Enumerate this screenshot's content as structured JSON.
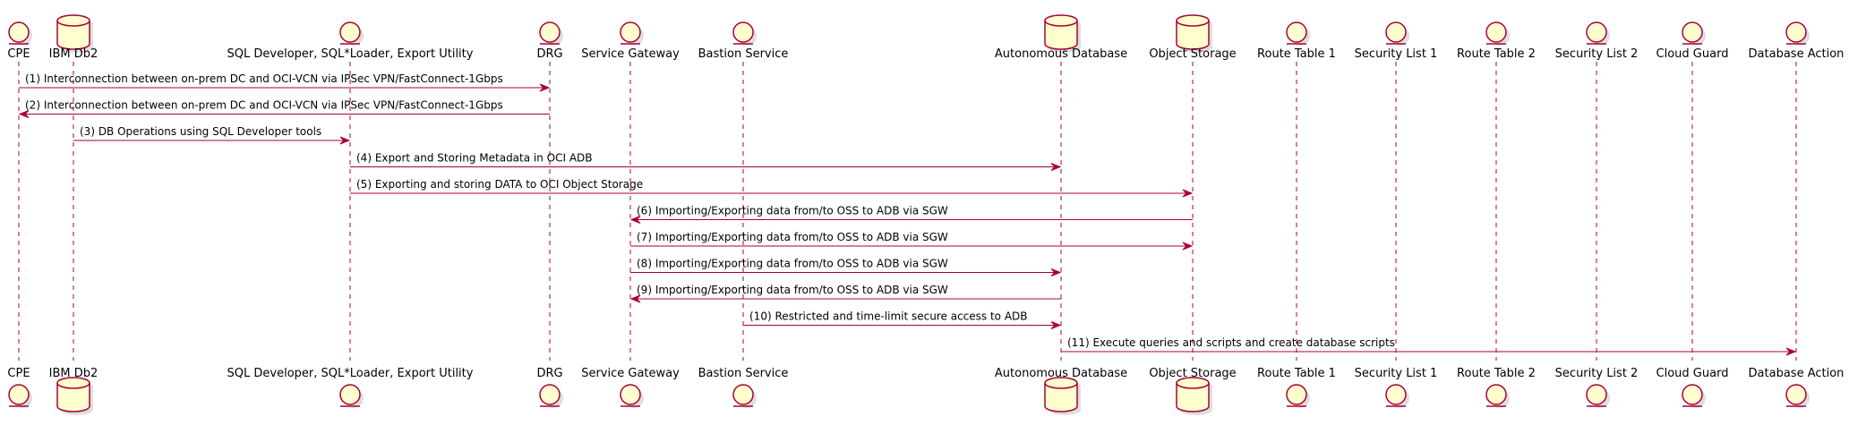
{
  "diagram": {
    "type": "sequence",
    "colors": {
      "line": "#A80036",
      "fill": "#FEFECE",
      "text": "#000000"
    },
    "participants": [
      {
        "id": "cpe",
        "label": "CPE",
        "shape": "entity"
      },
      {
        "id": "ibmdb2",
        "label": "IBM Db2",
        "shape": "database"
      },
      {
        "id": "sqldev",
        "label": "SQL Developer, SQL*Loader, Export Utility",
        "shape": "entity"
      },
      {
        "id": "drg",
        "label": "DRG",
        "shape": "entity"
      },
      {
        "id": "sgw",
        "label": "Service Gateway",
        "shape": "entity"
      },
      {
        "id": "bastion",
        "label": "Bastion Service",
        "shape": "entity"
      },
      {
        "id": "adb",
        "label": "Autonomous Database",
        "shape": "database"
      },
      {
        "id": "oss",
        "label": "Object Storage",
        "shape": "database"
      },
      {
        "id": "rt1",
        "label": "Route Table 1",
        "shape": "entity"
      },
      {
        "id": "sl1",
        "label": "Security List 1",
        "shape": "entity"
      },
      {
        "id": "rt2",
        "label": "Route Table 2",
        "shape": "entity"
      },
      {
        "id": "sl2",
        "label": "Security List 2",
        "shape": "entity"
      },
      {
        "id": "cloudguard",
        "label": "Cloud Guard",
        "shape": "entity"
      },
      {
        "id": "dbaction",
        "label": "Database Action",
        "shape": "entity"
      }
    ],
    "messages": [
      {
        "from": "cpe",
        "to": "drg",
        "label": "(1) Interconnection between on-prem DC and OCI-VCN via IPSec VPN/FastConnect-1Gbps"
      },
      {
        "from": "drg",
        "to": "cpe",
        "label": "(2) Interconnection between on-prem DC and OCI-VCN via IPSec VPN/FastConnect-1Gbps"
      },
      {
        "from": "ibmdb2",
        "to": "sqldev",
        "label": "(3) DB Operations using SQL Developer tools"
      },
      {
        "from": "sqldev",
        "to": "adb",
        "label": "(4) Export and Storing Metadata in OCI ADB"
      },
      {
        "from": "sqldev",
        "to": "oss",
        "label": "(5) Exporting and storing DATA to OCI Object Storage"
      },
      {
        "from": "oss",
        "to": "sgw",
        "label": "(6) Importing/Exporting data from/to OSS to ADB via SGW"
      },
      {
        "from": "sgw",
        "to": "oss",
        "label": "(7) Importing/Exporting data from/to OSS to ADB via SGW"
      },
      {
        "from": "sgw",
        "to": "adb",
        "label": "(8) Importing/Exporting data from/to OSS to ADB via SGW"
      },
      {
        "from": "adb",
        "to": "sgw",
        "label": "(9) Importing/Exporting data from/to OSS to ADB via SGW"
      },
      {
        "from": "bastion",
        "to": "adb",
        "label": "(10) Restricted and time-limit secure access to ADB"
      },
      {
        "from": "adb",
        "to": "dbaction",
        "label": "(11) Execute queries and scripts and create database scripts"
      }
    ]
  }
}
